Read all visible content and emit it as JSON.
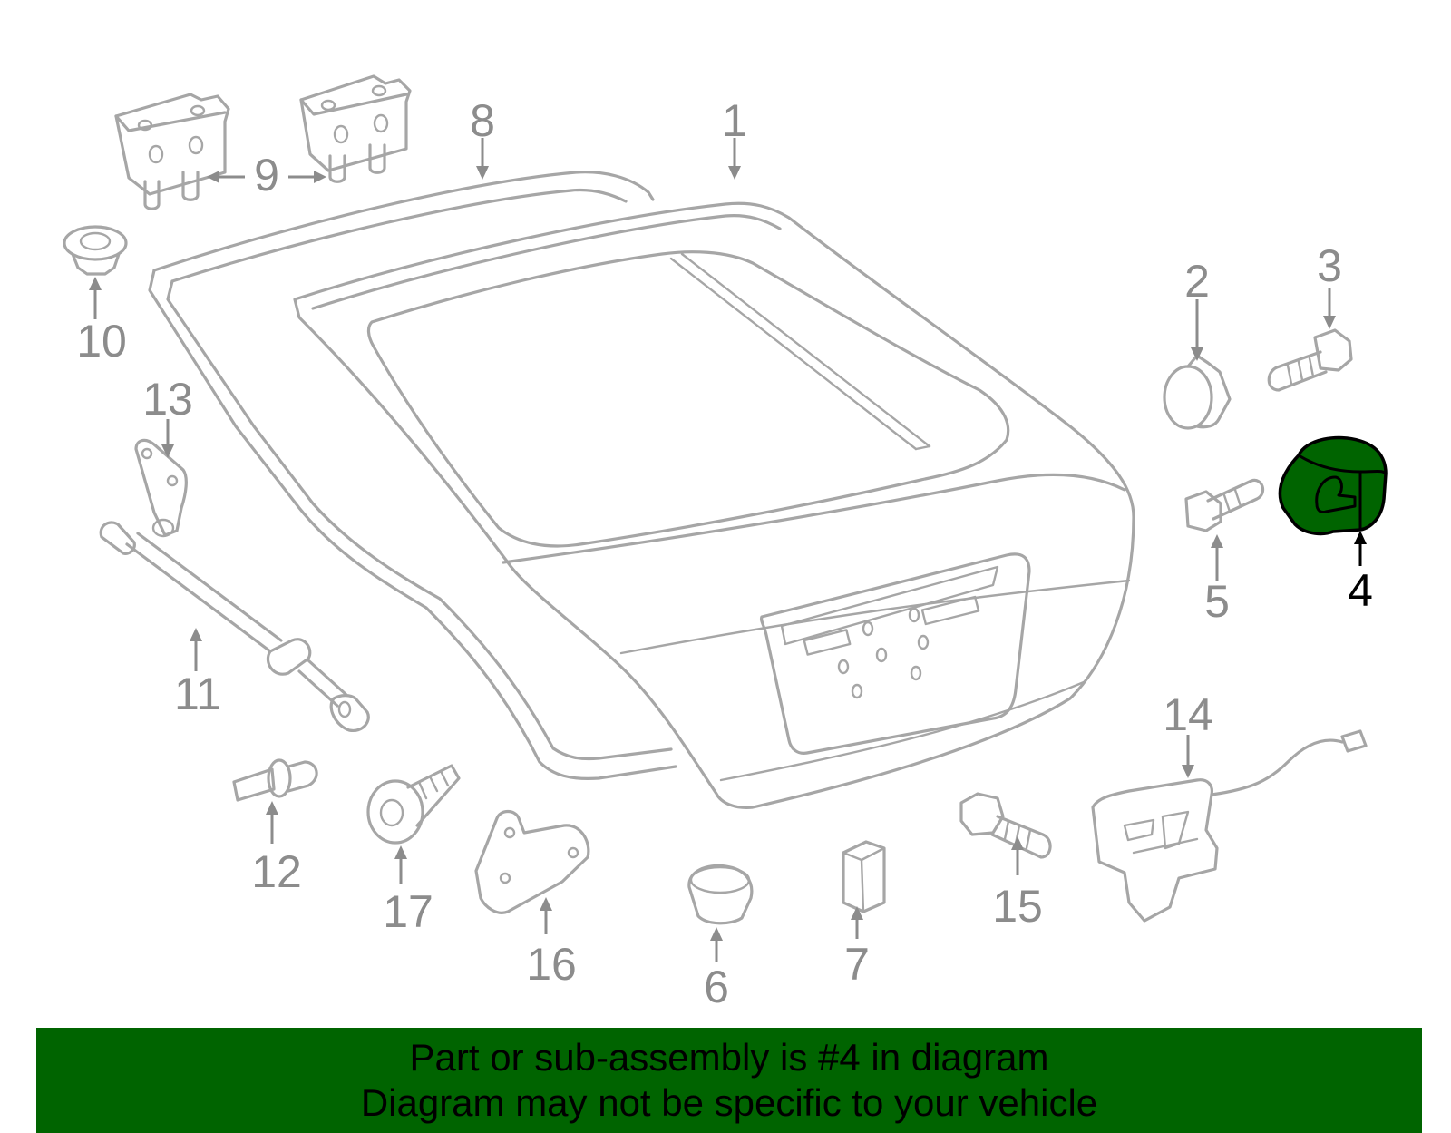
{
  "callouts": {
    "c1": "1",
    "c2": "2",
    "c3": "3",
    "c4": "4",
    "c5": "5",
    "c6": "6",
    "c7": "7",
    "c8": "8",
    "c9": "9",
    "c10": "10",
    "c11": "11",
    "c12": "12",
    "c13": "13",
    "c14": "14",
    "c15": "15",
    "c16": "16",
    "c17": "17"
  },
  "highlight": {
    "part": "4",
    "color": "#006400",
    "stroke": "#000000"
  },
  "colors": {
    "part_stroke": "#a6a6a6",
    "callout_text": "#8c8c8c",
    "banner_bg": "#006400",
    "page_bg": "#ffffff"
  },
  "banner": {
    "line1": "Part or sub-assembly is #4 in diagram",
    "line2": "Diagram may not be specific to your vehicle"
  }
}
